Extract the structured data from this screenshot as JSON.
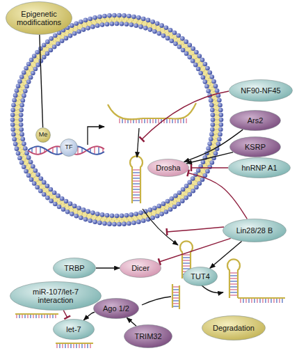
{
  "diagram": {
    "nodes": [
      {
        "text": [
          "Epigenetic modifications"
        ]
      },
      {
        "text": [
          "NF90-NF45"
        ]
      },
      {
        "text": [
          "Me"
        ]
      },
      {
        "text": [
          "TF"
        ]
      },
      {
        "text": [
          "Ars2"
        ]
      },
      {
        "text": [
          "KSRP"
        ]
      },
      {
        "text": [
          "Drosha"
        ]
      },
      {
        "text": [
          "hnRNP A1"
        ]
      },
      {
        "text": [
          "Lin28/28 B"
        ]
      },
      {
        "text": [
          "TRBP"
        ]
      },
      {
        "text": [
          "Dicer"
        ]
      },
      {
        "text": [
          "TUT4"
        ]
      },
      {
        "text": [
          "miR-107/let-7 interaction"
        ]
      },
      {
        "text": [
          "Ago 1/2"
        ]
      },
      {
        "text": [
          "let-7"
        ]
      },
      {
        "text": [
          "TRIM32"
        ]
      },
      {
        "text": [
          "Degradation"
        ]
      }
    ],
    "edges": [
      {
        "from": 0,
        "to": 2,
        "arrow": "none"
      },
      {
        "from": 4,
        "to": 6,
        "arrow": "to"
      },
      {
        "from": 5,
        "to": 6,
        "arrow": "to"
      },
      {
        "from": 7,
        "to": 6,
        "arrow": "to"
      },
      {
        "from": 8,
        "to": 6,
        "arrow": "to"
      },
      {
        "from": 8,
        "to": 10,
        "arrow": "to"
      },
      {
        "from": 8,
        "to": 11,
        "arrow": "to"
      },
      {
        "from": 9,
        "to": 10,
        "arrow": "to"
      },
      {
        "from": 15,
        "to": 13,
        "arrow": "to"
      },
      {
        "from": 13,
        "to": 14,
        "arrow": "to"
      },
      {
        "from": 12,
        "to": 14,
        "arrow": "to"
      }
    ]
  }
}
